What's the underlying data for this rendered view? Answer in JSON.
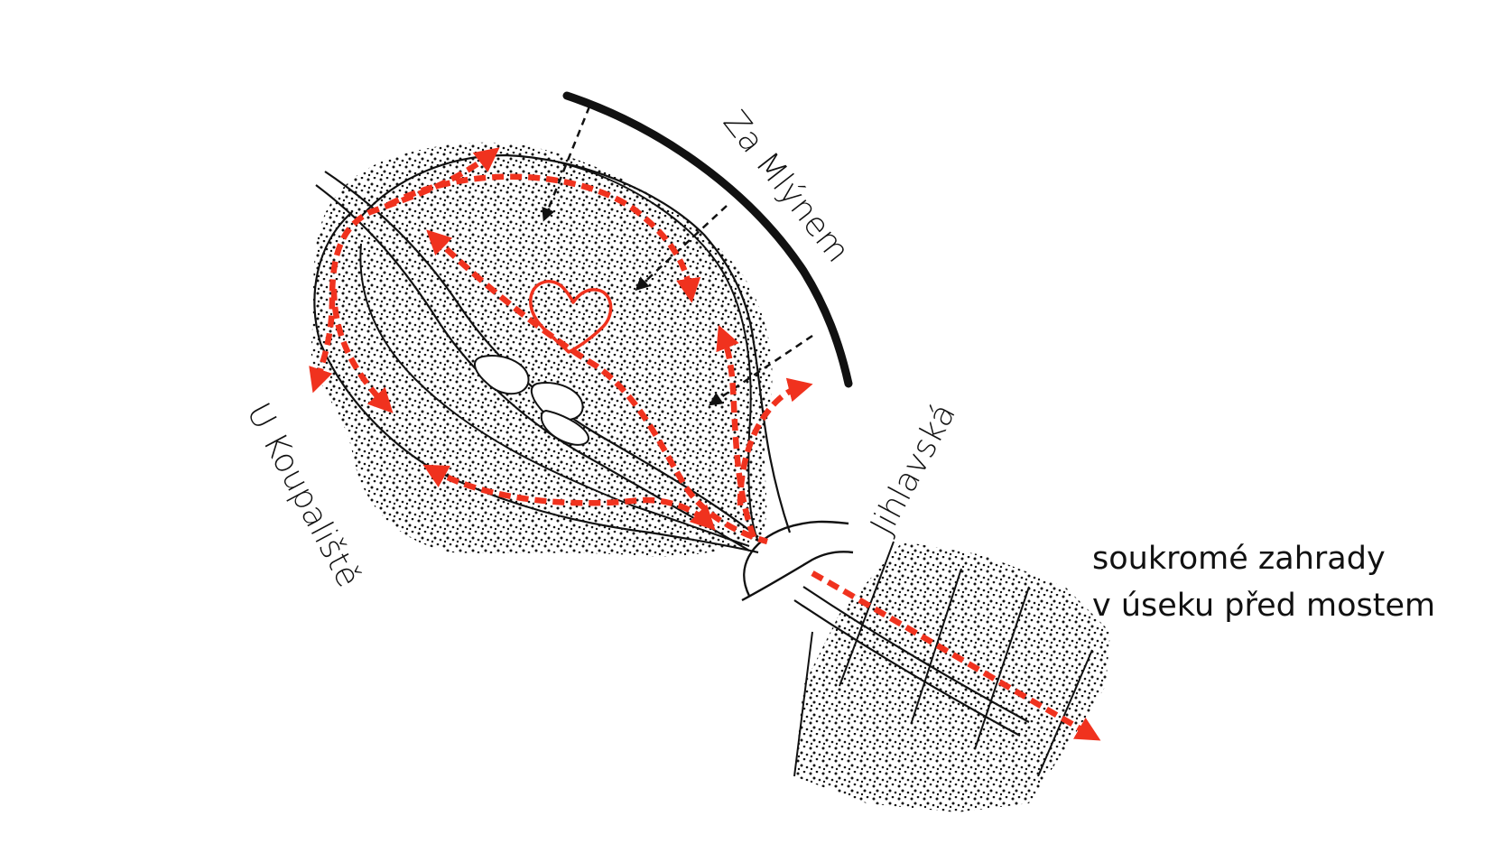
{
  "labels": {
    "za_mlynem": "Za Mlýnem",
    "u_koupaliste": "U Koupaliště",
    "jihlavska": "Jihlavská",
    "gardens_line1": "soukromé zahrady",
    "gardens_line2": "v úseku před mostem"
  },
  "colors": {
    "route": "#f0321e",
    "ink": "#111111",
    "heart": "#f0321e",
    "background": "#ffffff"
  },
  "icons": {
    "heart": "heart-icon"
  }
}
